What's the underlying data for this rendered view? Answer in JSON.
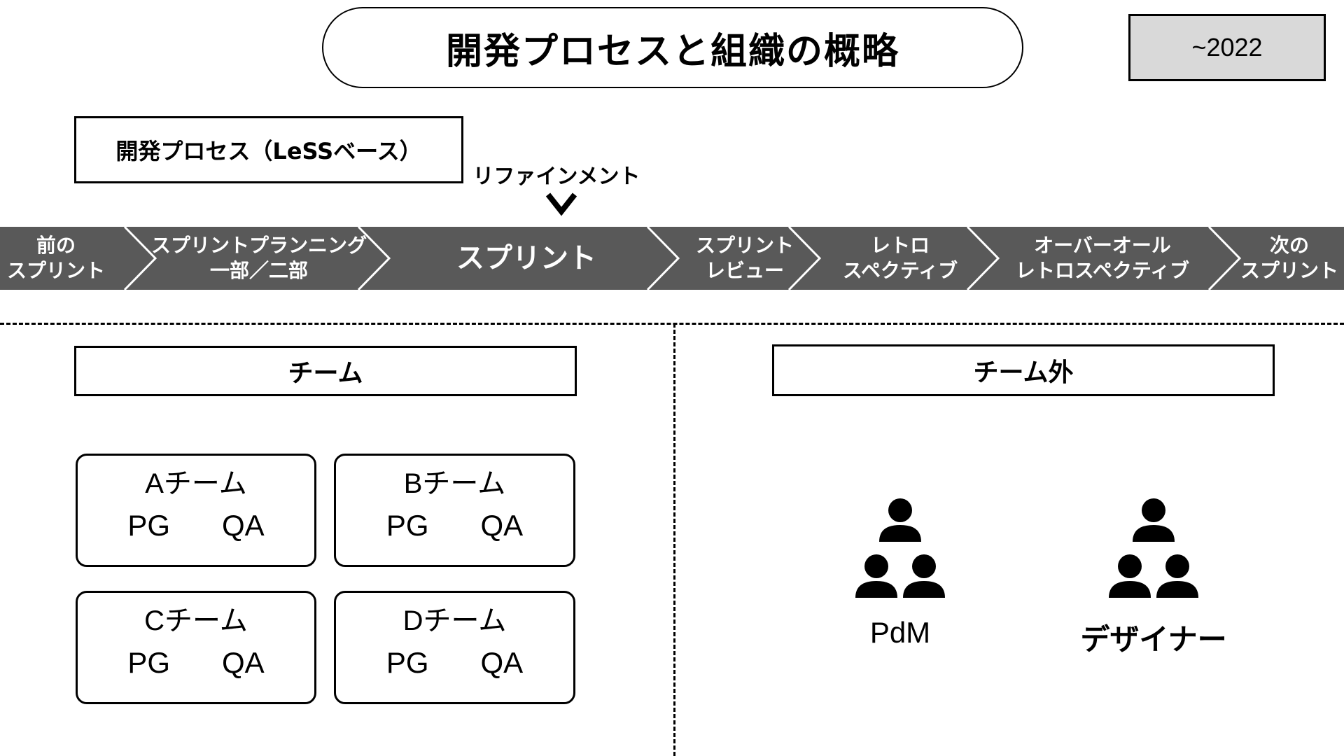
{
  "header": {
    "title": "開発プロセスと組織の概略",
    "period": "~2022"
  },
  "process": {
    "box_label": "開発プロセス（LeSSベース）",
    "refinement_label": "リファインメント",
    "steps": [
      {
        "line1": "前の",
        "line2": "スプリント"
      },
      {
        "line1": "スプリントプランニング",
        "line2": "一部／二部"
      },
      {
        "line1": "スプリント",
        "line2": ""
      },
      {
        "line1": "スプリント",
        "line2": "レビュー"
      },
      {
        "line1": "レトロ",
        "line2": "スペクティブ"
      },
      {
        "line1": "オーバーオール",
        "line2": "レトロスペクティブ"
      },
      {
        "line1": "次の",
        "line2": "スプリント"
      }
    ]
  },
  "team_section": {
    "heading": "チーム",
    "teams": [
      {
        "name": "Aチーム",
        "roles": [
          "PG",
          "QA"
        ]
      },
      {
        "name": "Bチーム",
        "roles": [
          "PG",
          "QA"
        ]
      },
      {
        "name": "Cチーム",
        "roles": [
          "PG",
          "QA"
        ]
      },
      {
        "name": "Dチーム",
        "roles": [
          "PG",
          "QA"
        ]
      }
    ]
  },
  "outside_section": {
    "heading": "チーム外",
    "groups": [
      {
        "label": "PdM",
        "icon": "people-group-icon"
      },
      {
        "label": "デザイナー",
        "icon": "people-group-icon"
      }
    ]
  },
  "colors": {
    "flow_band": "#595959",
    "period_bg": "#d9d9d9"
  }
}
